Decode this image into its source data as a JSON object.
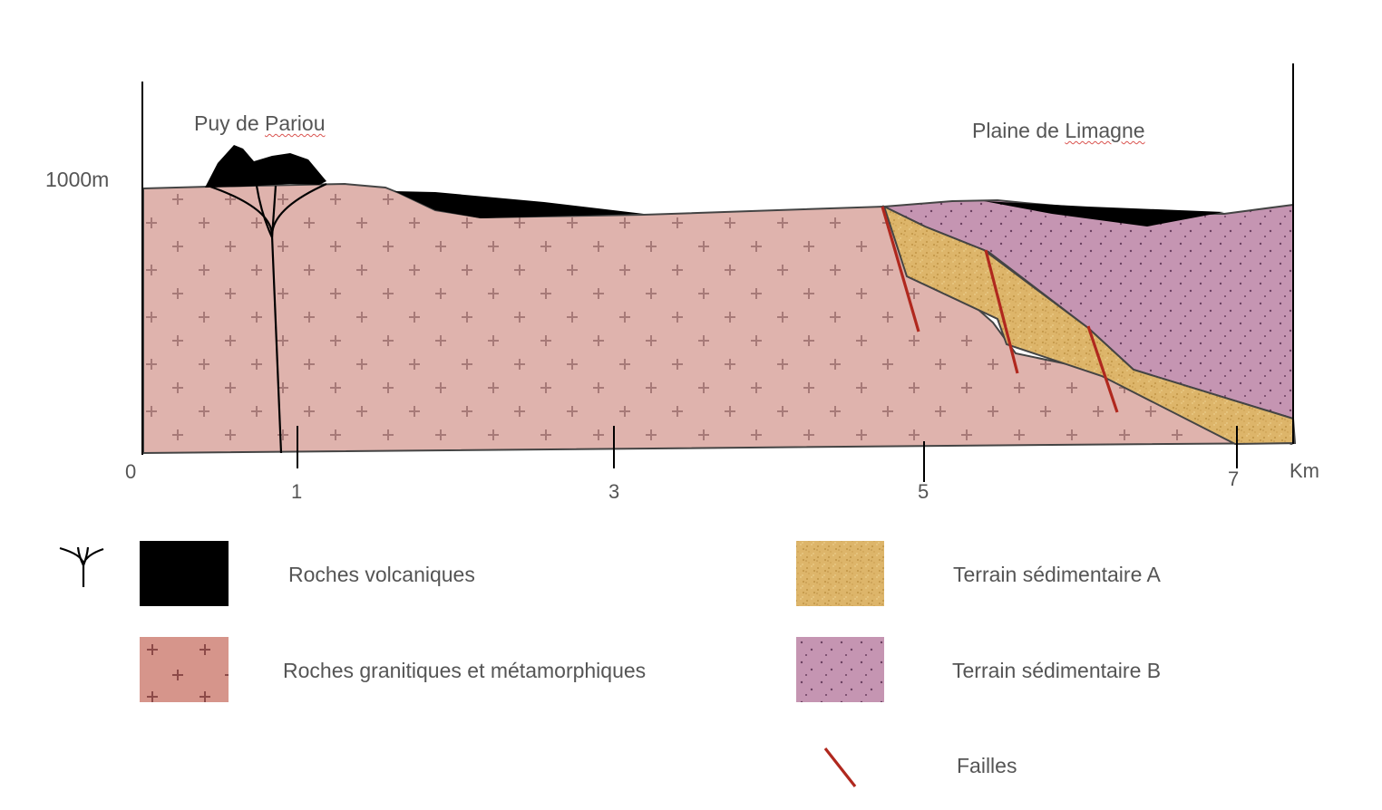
{
  "cross_section": {
    "places": [
      {
        "name": "Puy de",
        "underlined": "Pariou"
      },
      {
        "name": "Plaine de",
        "underlined": "Limagne"
      }
    ],
    "altitude_label": "1000m",
    "origin_label": "0",
    "km_ticks": [
      "1",
      "3",
      "5",
      "7"
    ],
    "unit_label": "Km"
  },
  "legend": {
    "volcanic": "Roches volcaniques",
    "granitic": "Roches granitiques et métamorphiques",
    "sedimentary_a": "Terrain sédimentaire A",
    "sedimentary_b": "Terrain sédimentaire B",
    "faults": "Failles"
  },
  "colors": {
    "granite": "#dfb3ad",
    "granite_cross": "#a77a78",
    "volcanic": "#000000",
    "sediment_a": "#ddb56a",
    "sediment_b": "#c595b2",
    "sediment_b_dot": "#6b4060",
    "fault": "#b0281e",
    "outline": "#444444"
  },
  "icons": {
    "volcano_conduit": "branching-conduit-icon",
    "fault": "red-diagonal-line-icon"
  }
}
